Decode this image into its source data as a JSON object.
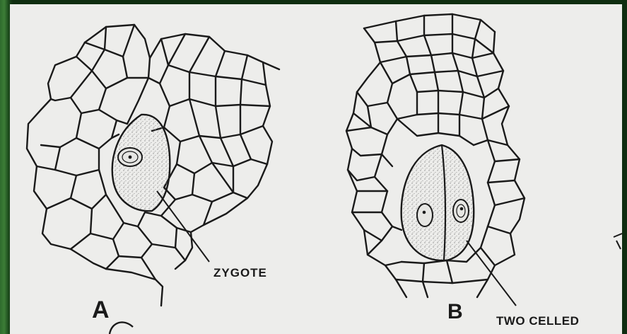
{
  "diagram": {
    "panel_a": {
      "letter": "A",
      "callout": "ZYGOTE"
    },
    "panel_b": {
      "letter": "B",
      "callout": "TWO CELLED"
    }
  },
  "colors": {
    "background_frame": "#1f5a22",
    "paper": "#ededeb",
    "ink": "#1a1a1a",
    "stipple": "#8a8a8a"
  }
}
